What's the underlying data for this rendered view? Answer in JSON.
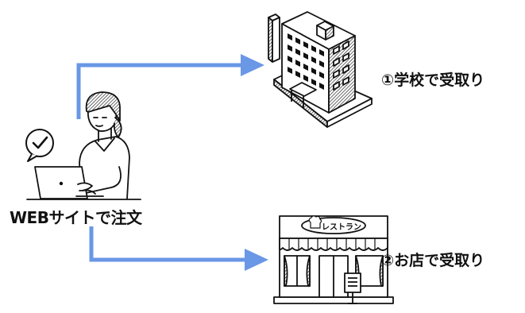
{
  "flow": {
    "start_label": "WEBサイトで注文",
    "option_school_label": "①学校で受取り",
    "option_shop_label": "②お店で受取り"
  },
  "restaurant": {
    "sign_text": "レストラン"
  },
  "colors": {
    "arrow": "#6a97e6",
    "line": "#111111",
    "hair": "#2a2a2a",
    "background": "#ffffff"
  },
  "icons": {
    "person": "woman-at-laptop-icon",
    "check": "check-bubble-icon",
    "school": "office-building-icon",
    "shop": "restaurant-storefront-icon"
  }
}
